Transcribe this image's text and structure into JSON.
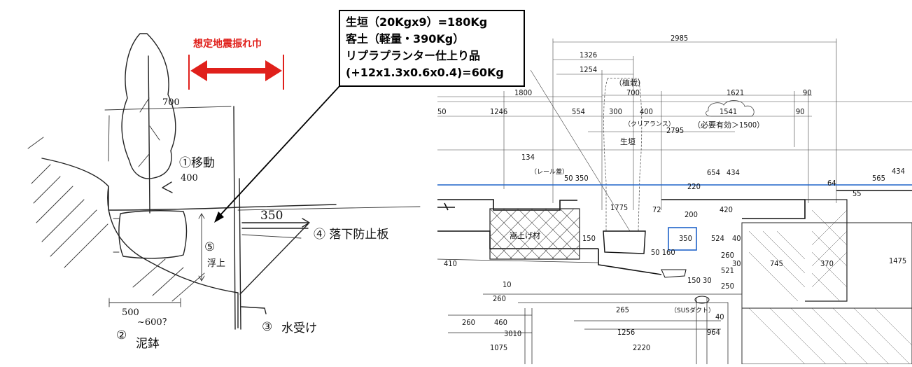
{
  "callout": {
    "line1": "生垣（20Kgx9）=180Kg",
    "line2": "客土（軽量・390Kg）",
    "line3": "リプラプランター仕上り品",
    "line4": "(+12x1.3x0.6x0.4)=60Kg"
  },
  "sketch": {
    "title": "想定地震振れ巾",
    "label_700": "700",
    "label_1": "①移動",
    "label_400": "400",
    "label_350": "350",
    "label_4": "④ 落下防止板",
    "label_5": "⑤",
    "label_5b": "浮上",
    "label_500": "500",
    "label_600": "~600？",
    "label_2": "②",
    "label_2b": "泥鉢",
    "label_3": "③",
    "label_3b": "水受け"
  },
  "drawing": {
    "d2985": "2985",
    "d1326": "1326",
    "d1254": "1254",
    "plant_label": "（植栽）",
    "d700": "700",
    "d1800": "1800",
    "d1621": "1621",
    "d90a": "90",
    "d50": "50",
    "d1246": "1246",
    "d554": "554",
    "d300": "300",
    "d400": "400",
    "d1541": "1541",
    "d90b": "90",
    "clearance": "（クリアランス）",
    "d2795": "2795",
    "required": "（必要有効＞1500）",
    "hedge": "生垣",
    "d134": "134",
    "rail": "（レール蓋）",
    "d50_350": "50 350",
    "d1775": "1775",
    "d654": "654",
    "d434a": "434",
    "d565": "565",
    "d434b": "434",
    "d72": "72",
    "d200": "200",
    "d420": "420",
    "d220": "220",
    "d64": "64",
    "d55": "55",
    "raise": "嵩上げ材",
    "d150": "150",
    "d350b": "350",
    "d524": "524",
    "d40": "40",
    "d50_160": "50 160",
    "d260a": "260",
    "d521": "521",
    "d30": "30",
    "d745": "745",
    "d370": "370",
    "d1475": "1475",
    "d410": "410",
    "d150_30": "150 30",
    "d250": "250",
    "d260b": "260",
    "d10": "10",
    "d265": "265",
    "d260c": "260",
    "d460": "460",
    "sus": "（SUSダクト）",
    "d3010": "3010",
    "d1256": "1256",
    "d964": "964",
    "d1075": "1075",
    "d2220": "2220",
    "d40b": "40"
  },
  "colors": {
    "title_red": "#e0201b",
    "blue_line": "#1f63c9"
  }
}
